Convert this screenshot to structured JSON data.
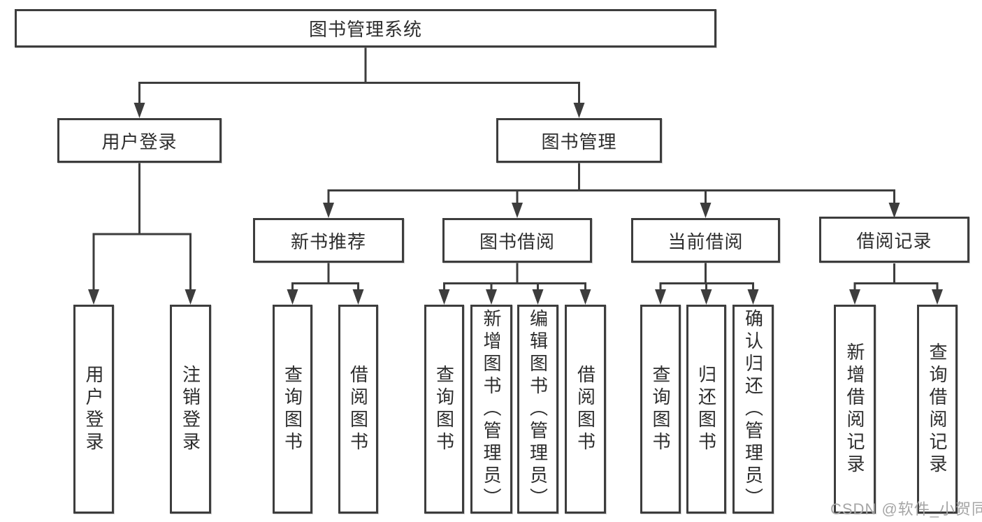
{
  "diagram": {
    "root": {
      "label": "图书管理系统"
    },
    "level2": [
      {
        "label": "用户登录"
      },
      {
        "label": "图书管理"
      }
    ],
    "level3": [
      {
        "label": "新书推荐"
      },
      {
        "label": "图书借阅"
      },
      {
        "label": "当前借阅"
      },
      {
        "label": "借阅记录"
      }
    ],
    "leaves": {
      "user_login": [
        {
          "label": "用户登录"
        },
        {
          "label": "注销登录"
        }
      ],
      "new_book_recommend": [
        {
          "label": "查询图书"
        },
        {
          "label": "借阅图书"
        }
      ],
      "book_borrow": [
        {
          "label": "查询图书"
        },
        {
          "label": "新增图书（管理员）"
        },
        {
          "label": "编辑图书（管理员）"
        },
        {
          "label": "借阅图书"
        }
      ],
      "current_borrow": [
        {
          "label": "查询图书"
        },
        {
          "label": "归还图书"
        },
        {
          "label": "确认归还（管理员）"
        }
      ],
      "borrow_records": [
        {
          "label": "新增借阅记录"
        },
        {
          "label": "查询借阅记录"
        }
      ]
    },
    "watermark": "CSDN @软件_小贺同学",
    "colors": {
      "line": "#3d3d3d",
      "text": "#2d2d2d",
      "watermark": "#a6a6a6",
      "background": "#ffffff"
    }
  }
}
